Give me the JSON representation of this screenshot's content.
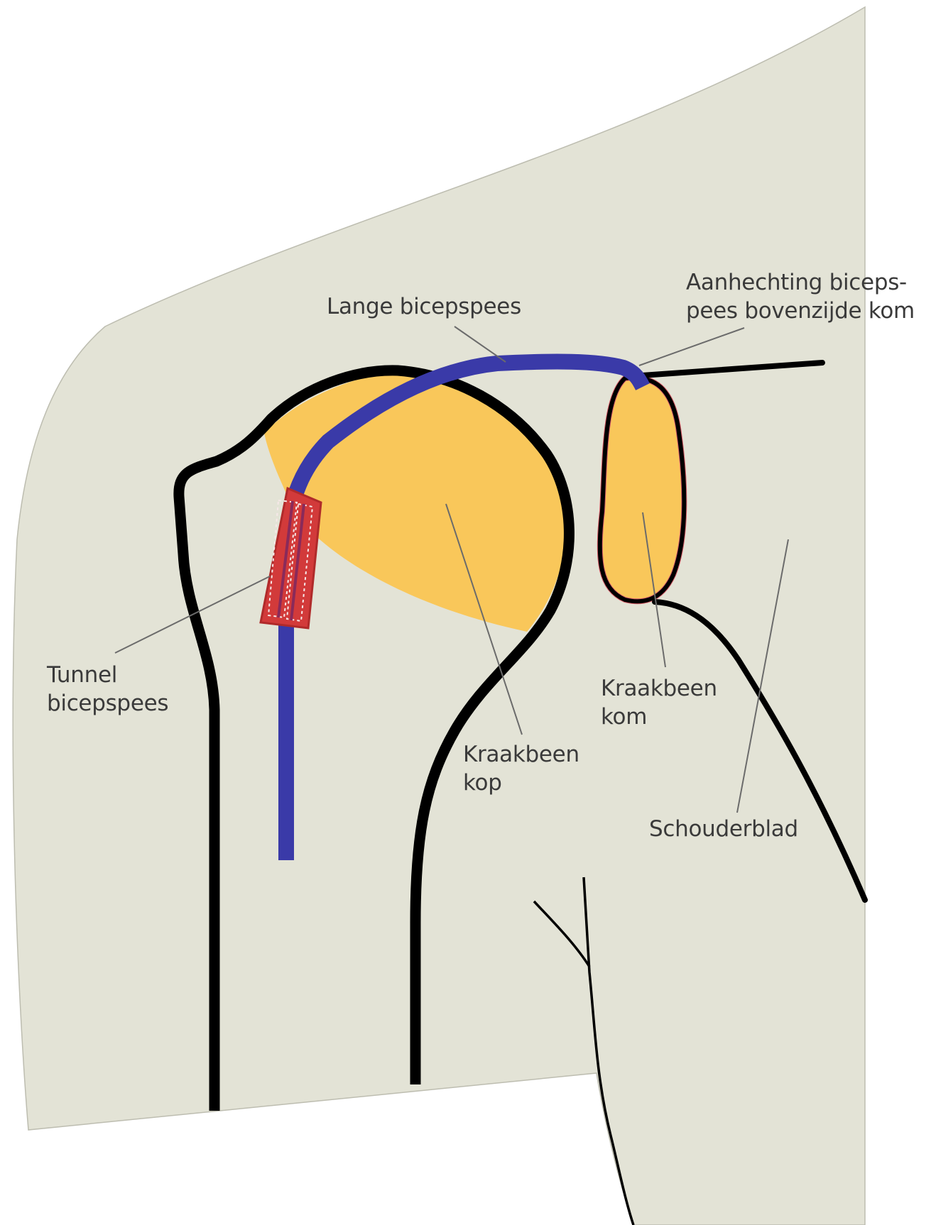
{
  "colors": {
    "background": "#ffffff",
    "body_fill": "#e3e3d6",
    "cartilage": "#f9c75a",
    "tendon": "#3a3aa8",
    "tunnel": "#d23a3a",
    "outline": "#000000",
    "leader_line": "#6b6b6b",
    "label_text": "#3a3a3a"
  },
  "labels": {
    "lange_bicepspees": "Lange bicepspees",
    "aanhechting_line1": "Aanhechting biceps-",
    "aanhechting_line2": "pees bovenzijde kom",
    "tunnel_line1": "Tunnel",
    "tunnel_line2": "bicepspees",
    "kraakbeen_kop_line1": "Kraakbeen",
    "kraakbeen_kop_line2": "kop",
    "kraakbeen_kom_line1": "Kraakbeen",
    "kraakbeen_kom_line2": "kom",
    "schouderblad": "Schouderblad"
  }
}
